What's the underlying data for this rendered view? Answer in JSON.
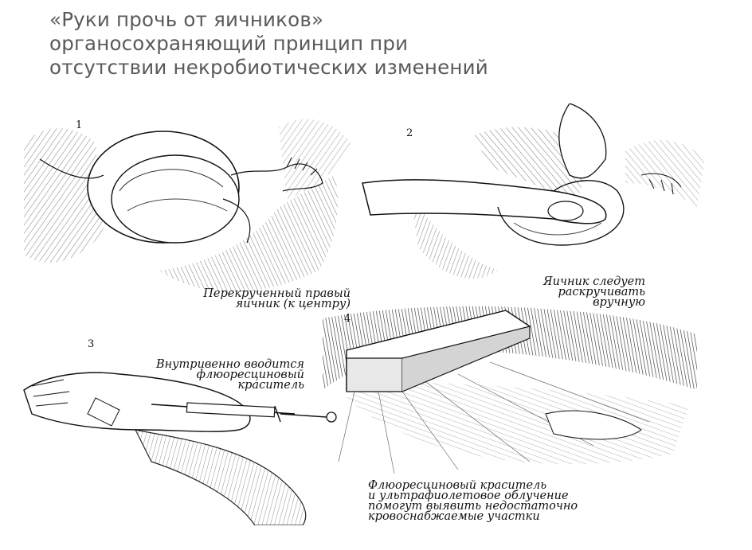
{
  "title": {
    "line1": "«Руки прочь от яичников»",
    "line2": "органосохраняющий принцип при",
    "line3": "отсутствии некробиотических изменений"
  },
  "panels": [
    {
      "number": "1",
      "caption": [
        "Перекрученный правый",
        "яичник (к центру)"
      ]
    },
    {
      "number": "2",
      "caption": [
        "Яичник следует",
        "раскручивать",
        "вручную"
      ]
    },
    {
      "number": "3",
      "caption": [
        "Внутривенно вводится",
        "флюоресциновый",
        "краситель"
      ]
    },
    {
      "number": "4",
      "caption": [
        "Флюоресциновый краситель",
        "и ультрафиолетовое облучение",
        "помогут выявить недостаточно",
        "кровоснабжаемые участки"
      ]
    }
  ]
}
